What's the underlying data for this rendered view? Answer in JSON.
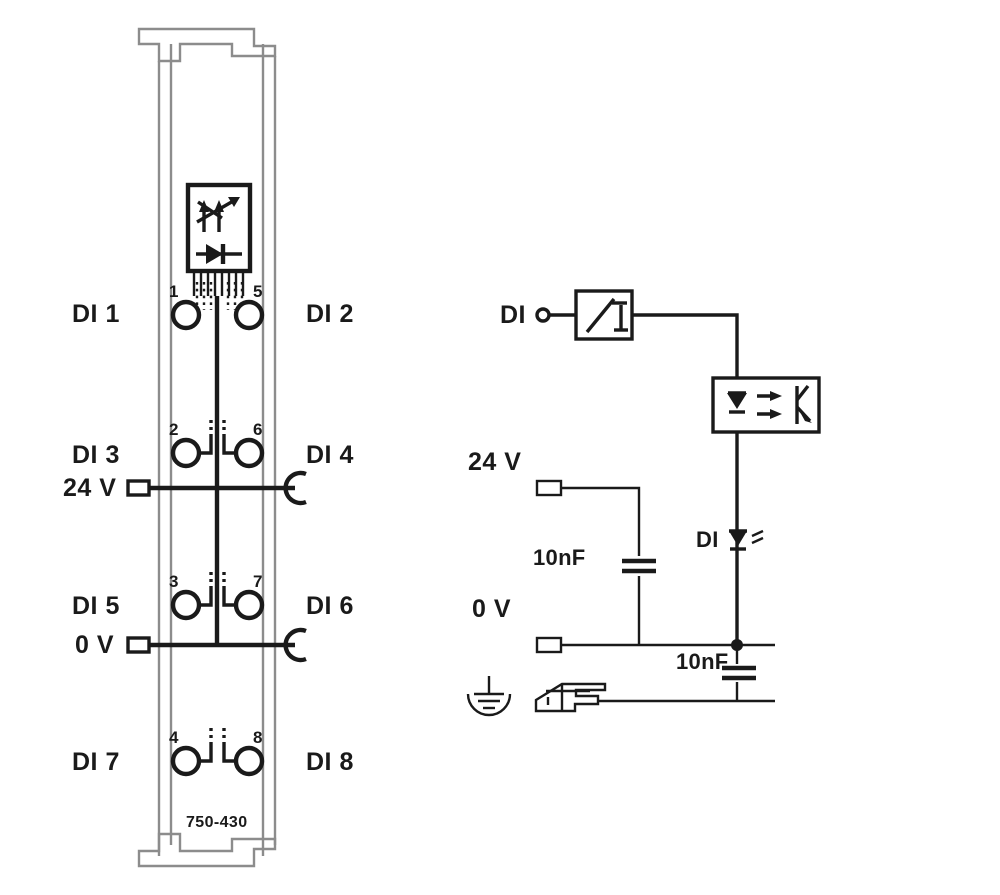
{
  "diagram": {
    "title": "750-430 8-channel digital input module wiring and internal circuit",
    "colors": {
      "line_dark": "#1a1a1a",
      "line_light": "#8c8c8c",
      "background": "#ffffff"
    }
  },
  "module": {
    "part_number": "750-430",
    "channel_labels_left": [
      {
        "id": "di1",
        "text": "DI 1"
      },
      {
        "id": "di3",
        "text": "DI 3"
      },
      {
        "id": "di5",
        "text": "DI 5"
      },
      {
        "id": "di7",
        "text": "DI 7"
      }
    ],
    "channel_labels_right": [
      {
        "id": "di2",
        "text": "DI 2"
      },
      {
        "id": "di4",
        "text": "DI 4"
      },
      {
        "id": "di6",
        "text": "DI 6"
      },
      {
        "id": "di8",
        "text": "DI 8"
      }
    ],
    "power_labels": [
      {
        "id": "supply_24v",
        "text": "24 V"
      },
      {
        "id": "supply_0v",
        "text": "0 V"
      }
    ],
    "terminal_numbers": [
      {
        "id": "t1",
        "text": "1"
      },
      {
        "id": "t5",
        "text": "5"
      },
      {
        "id": "t2",
        "text": "2"
      },
      {
        "id": "t6",
        "text": "6"
      },
      {
        "id": "t3",
        "text": "3"
      },
      {
        "id": "t7",
        "text": "7"
      },
      {
        "id": "t4",
        "text": "4"
      },
      {
        "id": "t8",
        "text": "8"
      }
    ],
    "status_indicator": {
      "name": "led-status-block",
      "symbols": [
        "light-emission-arrows",
        "led-diode"
      ]
    }
  },
  "circuit": {
    "input_label": "DI",
    "schmitt_trigger": {
      "name": "schmitt-trigger",
      "symbol": "/I"
    },
    "optocoupler": {
      "name": "optocoupler",
      "symbols": [
        "led",
        "arrow",
        "arrow",
        "phototransistor"
      ]
    },
    "led_indicator_label": "DI",
    "supply_24v_label": "24 V",
    "supply_0v_label": "0 V",
    "capacitor_1_label": "10nF",
    "capacitor_2_label": "10nF",
    "ground_symbol_name": "earth-ground",
    "din_rail_symbol_name": "din-rail"
  }
}
